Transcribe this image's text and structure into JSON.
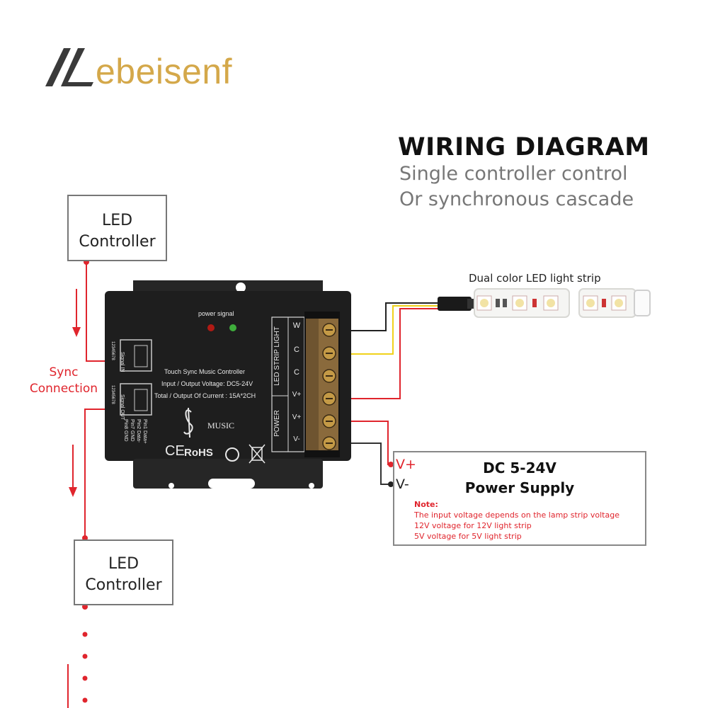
{
  "brand": {
    "name": "ebeisenf",
    "logo_mark": "/L"
  },
  "title": "WIRING DIAGRAM",
  "subtitle_lines": [
    "Single controller control",
    "Or synchronous cascade"
  ],
  "led_controller_top": {
    "line1": "LED",
    "line2": "Controller"
  },
  "led_controller_bottom": {
    "line1": "LED",
    "line2": "Controller"
  },
  "sync_connection": {
    "line1": "Sync",
    "line2": "Connection"
  },
  "strip_label": "Dual color LED light strip",
  "controller": {
    "indicator_label": "power  signal",
    "name": "Touch Sync Music Controller",
    "voltage": "Input / Output Voltage: DC5-24V",
    "current": "Total / Output Of Current : 15A*2CH",
    "music": "MUSIC",
    "ce": "CE",
    "rohs": "RoHS",
    "port_in": "Signal IN",
    "port_out": "Signal OUT",
    "port_in_pins": "12345678",
    "port_out_pins": "12345678",
    "pin_map": [
      "Pin1 Data+",
      "Pin2 Data-",
      "Pin7 GND",
      "Pin8 GND"
    ],
    "terminal_headers": {
      "led": "LED STRIP LIGHT",
      "power": "POWER"
    },
    "terminal_labels": [
      "W",
      "C",
      "C",
      "V+",
      "V+",
      "V-"
    ]
  },
  "power_supply": {
    "title1": "DC 5-24V",
    "title2": "Power Supply",
    "vplus": "V+",
    "vminus": "V-",
    "note_heading": "Note:",
    "note_lines": [
      "The input voltage depends on the lamp strip voltage",
      "12V voltage for 12V light strip",
      "5V voltage for 5V light strip"
    ]
  },
  "colors": {
    "accent_red": "#e0252d",
    "brand_gold": "#d4a84a",
    "wire_yellow": "#f0d21a",
    "controller_black": "#1e1e1e"
  }
}
